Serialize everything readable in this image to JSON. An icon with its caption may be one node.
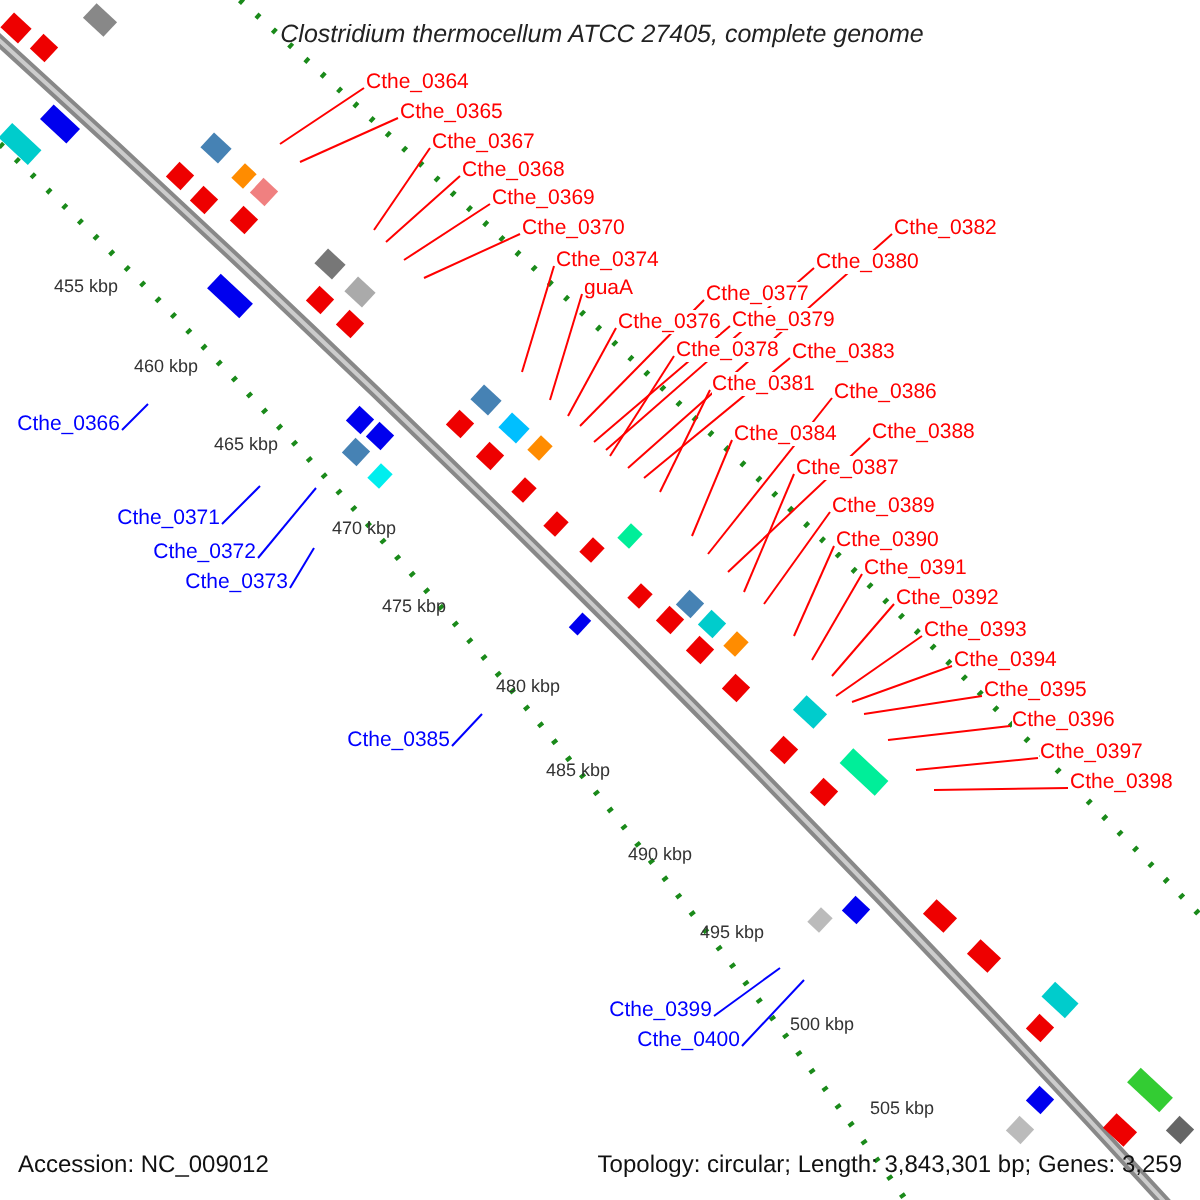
{
  "diagram": {
    "title": "Clostridium thermocellum ATCC 27405, complete genome",
    "nodes": [
      {
        "text": [
          "Cthe_0364"
        ]
      },
      {
        "text": [
          "Cthe_0365"
        ]
      },
      {
        "text": [
          "Cthe_0367"
        ]
      },
      {
        "text": [
          "Cthe_0368"
        ]
      },
      {
        "text": [
          "Cthe_0369"
        ]
      },
      {
        "text": [
          "Cthe_0370"
        ]
      },
      {
        "text": [
          "Cthe_0374"
        ]
      },
      {
        "text": [
          "guaA"
        ]
      },
      {
        "text": [
          "Cthe_0376"
        ]
      },
      {
        "text": [
          "Cthe_0377"
        ]
      },
      {
        "text": [
          "Cthe_0379"
        ]
      },
      {
        "text": [
          "Cthe_0378"
        ]
      },
      {
        "text": [
          "Cthe_0380"
        ]
      },
      {
        "text": [
          "Cthe_0382"
        ]
      },
      {
        "text": [
          "Cthe_0383"
        ]
      },
      {
        "text": [
          "Cthe_0381"
        ]
      },
      {
        "text": [
          "Cthe_0384"
        ]
      },
      {
        "text": [
          "Cthe_0386"
        ]
      },
      {
        "text": [
          "Cthe_0388"
        ]
      },
      {
        "text": [
          "Cthe_0387"
        ]
      },
      {
        "text": [
          "Cthe_0389"
        ]
      },
      {
        "text": [
          "Cthe_0390"
        ]
      },
      {
        "text": [
          "Cthe_0391"
        ]
      },
      {
        "text": [
          "Cthe_0392"
        ]
      },
      {
        "text": [
          "Cthe_0393"
        ]
      },
      {
        "text": [
          "Cthe_0394"
        ]
      },
      {
        "text": [
          "Cthe_0395"
        ]
      },
      {
        "text": [
          "Cthe_0396"
        ]
      },
      {
        "text": [
          "Cthe_0397"
        ]
      },
      {
        "text": [
          "Cthe_0398"
        ]
      },
      {
        "text": [
          "Cthe_0366"
        ]
      },
      {
        "text": [
          "Cthe_0371"
        ]
      },
      {
        "text": [
          "Cthe_0372"
        ]
      },
      {
        "text": [
          "Cthe_0373"
        ]
      },
      {
        "text": [
          "Cthe_0385"
        ]
      },
      {
        "text": [
          "Cthe_0399"
        ]
      },
      {
        "text": [
          "Cthe_0400"
        ]
      }
    ],
    "edges": [
      {
        "from": 0,
        "to": null,
        "arrow": "none"
      },
      {
        "from": 1,
        "to": null,
        "arrow": "none"
      },
      {
        "from": 2,
        "to": null,
        "arrow": "none"
      },
      {
        "from": 3,
        "to": null,
        "arrow": "none"
      },
      {
        "from": 4,
        "to": null,
        "arrow": "none"
      },
      {
        "from": 5,
        "to": null,
        "arrow": "none"
      },
      {
        "from": 6,
        "to": null,
        "arrow": "none"
      },
      {
        "from": 7,
        "to": null,
        "arrow": "none"
      },
      {
        "from": 8,
        "to": null,
        "arrow": "none"
      },
      {
        "from": 9,
        "to": null,
        "arrow": "none"
      },
      {
        "from": 10,
        "to": null,
        "arrow": "none"
      },
      {
        "from": 11,
        "to": null,
        "arrow": "none"
      },
      {
        "from": 12,
        "to": null,
        "arrow": "none"
      },
      {
        "from": 13,
        "to": null,
        "arrow": "none"
      },
      {
        "from": 14,
        "to": null,
        "arrow": "none"
      },
      {
        "from": 15,
        "to": null,
        "arrow": "none"
      },
      {
        "from": 16,
        "to": null,
        "arrow": "none"
      },
      {
        "from": 17,
        "to": null,
        "arrow": "none"
      },
      {
        "from": 18,
        "to": null,
        "arrow": "none"
      },
      {
        "from": 19,
        "to": null,
        "arrow": "none"
      },
      {
        "from": 20,
        "to": null,
        "arrow": "none"
      },
      {
        "from": 21,
        "to": null,
        "arrow": "none"
      },
      {
        "from": 22,
        "to": null,
        "arrow": "none"
      },
      {
        "from": 23,
        "to": null,
        "arrow": "none"
      },
      {
        "from": 24,
        "to": null,
        "arrow": "none"
      },
      {
        "from": 25,
        "to": null,
        "arrow": "none"
      },
      {
        "from": 26,
        "to": null,
        "arrow": "none"
      },
      {
        "from": 27,
        "to": null,
        "arrow": "none"
      },
      {
        "from": 28,
        "to": null,
        "arrow": "none"
      },
      {
        "from": 29,
        "to": null,
        "arrow": "none"
      },
      {
        "from": 30,
        "to": null,
        "arrow": "none",
        "color": "#0000ff"
      },
      {
        "from": 31,
        "to": null,
        "arrow": "none",
        "color": "#0000ff"
      },
      {
        "from": 32,
        "to": null,
        "arrow": "none",
        "color": "#0000ff"
      },
      {
        "from": 33,
        "to": null,
        "arrow": "none",
        "color": "#0000ff"
      },
      {
        "from": 34,
        "to": null,
        "arrow": "none",
        "color": "#0000ff"
      },
      {
        "from": 35,
        "to": null,
        "arrow": "none",
        "color": "#0000ff"
      },
      {
        "from": 36,
        "to": null,
        "arrow": "none",
        "color": "#0000ff"
      }
    ],
    "labels": [
      "455 kbp",
      "460 kbp",
      "465 kbp",
      "470 kbp",
      "475 kbp",
      "480 kbp",
      "485 kbp",
      "490 kbp",
      "495 kbp",
      "500 kbp",
      "505 kbp",
      "Accession: NC_009012",
      "Topology: circular; Length: 3,843,301 bp; Genes: 3,259"
    ]
  }
}
